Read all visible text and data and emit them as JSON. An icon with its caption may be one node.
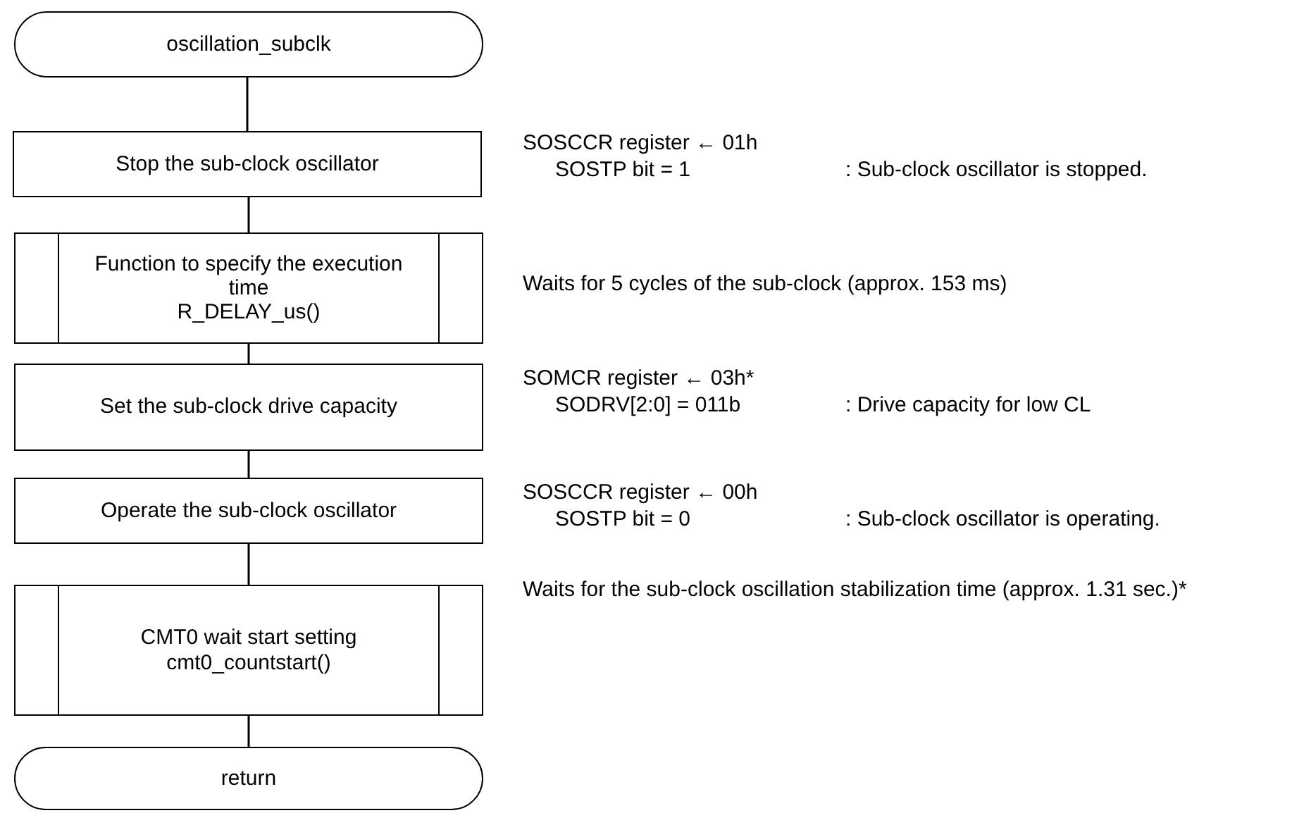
{
  "diagram": {
    "nodes": [
      {
        "text": [
          "oscillation_subclk"
        ]
      },
      {
        "text": [
          "Stop the sub-clock oscillator"
        ],
        "beside": [
          "SOSCCR register ← 01h",
          "SOSTP bit = 1"
        ]
      },
      {
        "text": [
          "Function to specify the execution time",
          "R_DELAY_us()"
        ],
        "beside": [
          "Waits for 5 cycles of the sub-clock (approx. 153 ms)"
        ]
      },
      {
        "text": [
          "Set the sub-clock drive capacity"
        ],
        "beside": [
          "SOMCR register ← 03h*",
          "SODRV[2:0] = 011b"
        ]
      },
      {
        "text": [
          "Operate the sub-clock oscillator"
        ],
        "beside": [
          "SOSCCR register ← 00h",
          "SOSTP bit = 0"
        ]
      },
      {
        "text": [
          "CMT0 wait start setting",
          "cmt0_countstart()"
        ],
        "beside": [
          "Waits for the sub-clock oscillation stabilization time (approx. 1.31 sec.)*"
        ]
      },
      {
        "text": [
          "return"
        ]
      }
    ],
    "edges": [
      {
        "from": 0,
        "to": 1,
        "arrow": "none"
      },
      {
        "from": 1,
        "to": 2,
        "arrow": "none"
      },
      {
        "from": 2,
        "to": 3,
        "arrow": "none"
      },
      {
        "from": 3,
        "to": 4,
        "arrow": "none"
      },
      {
        "from": 4,
        "to": 5,
        "arrow": "none"
      },
      {
        "from": 5,
        "to": 6,
        "arrow": "none"
      }
    ],
    "labels": [
      ": Sub-clock oscillator is stopped.",
      ": Drive capacity for low CL",
      ": Sub-clock oscillator is operating."
    ]
  }
}
